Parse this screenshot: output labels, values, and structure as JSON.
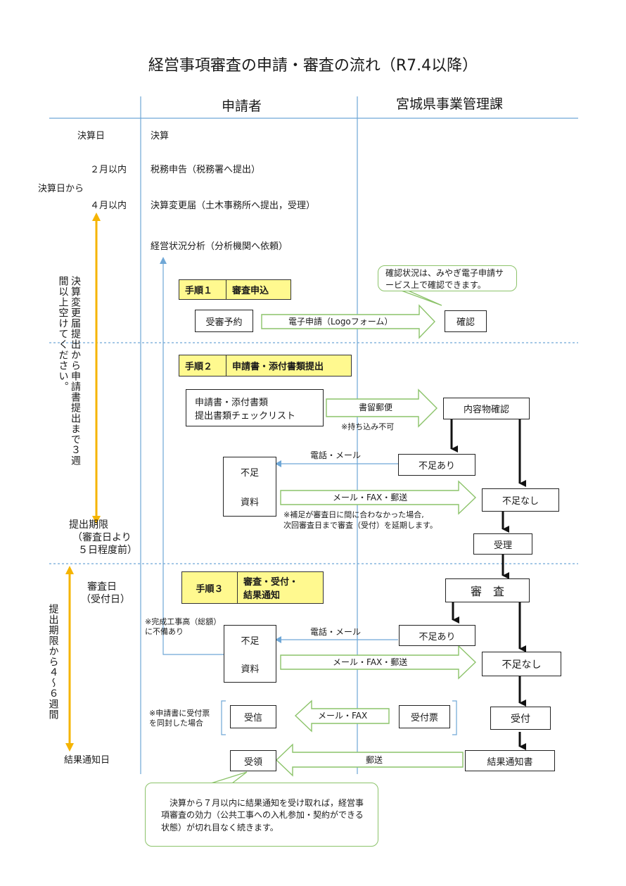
{
  "title": "経営事項審査の申請・審査の流れ（R7.4以降）",
  "columns": {
    "applicant": "申請者",
    "department": "宮城県事業管理課"
  },
  "timeline": {
    "settlement_day": "決算日",
    "from_settlement": "決算日から",
    "within_2_months": "２月以内",
    "within_4_months": "４月以内",
    "gap_note": "決算変更届提出から申請書提出まで３週間以上空けてください。",
    "deadline": "提出期限",
    "deadline_sub1": "（審査日より",
    "deadline_sub2": "５日程度前）",
    "review_day": "審査日",
    "review_day_sub": "（受付日）",
    "deadline_to_notice": "提出期限から４～６週間",
    "notice_day": "結果通知日"
  },
  "applicant_steps": {
    "settlement": "決算",
    "tax": "税務申告（税務署へ提出）",
    "change_report": "決算変更届（土木事務所へ提出，受理）",
    "analysis": "経営状況分析（分析機関へ依頼）"
  },
  "step1": {
    "num": "手順１",
    "name": "審査申込",
    "reservation": "受審予約",
    "e_application": "電子申請（Logoフォーム）",
    "confirm": "確認",
    "callout": "確認状況は、みやぎ電子申請サービス上で確認できます。"
  },
  "step2": {
    "num": "手順２",
    "name": "申請書・添付書類提出",
    "docs_line1": "申請書・添付書類",
    "docs_line2": "提出書類チェックリスト",
    "registered_mail": "書留郵便",
    "no_carry_in": "※持ち込み不可",
    "content_check": "内容物確認",
    "missing": "不足あり",
    "contact": "電話・メール",
    "shortage_top": "不足",
    "shortage_bottom": "資料",
    "send": "メール・FAX・郵送",
    "no_missing": "不足なし",
    "late_note1": "※補足が審査日に間に合わなかった場合,",
    "late_note2": "次回審査日まで審査（受付）を延期します。",
    "accepted": "受理"
  },
  "step3": {
    "num": "手順３",
    "name_line1": "審査・受付・",
    "name_line2": "結果通知",
    "review": "審　査",
    "missing": "不足あり",
    "contact": "電話・メール",
    "completed_note1": "※完成工事高（総額）",
    "completed_note2": "に不備あり",
    "shortage_top": "不足",
    "shortage_bottom": "資料",
    "send": "メール・FAX・郵送",
    "no_missing": "不足なし",
    "enclosed_note1": "※申請書に受付票",
    "enclosed_note2": "を同封した場合",
    "received": "受信",
    "mail_fax": "メール・FAX",
    "receipt_slip": "受付票",
    "reception": "受付",
    "receive": "受領",
    "post": "郵送",
    "result_notice": "結果通知書"
  },
  "bottom_callout": "決算から７月以内に結果通知を受け取れば，経営事項審査の効力（公共工事への入札参加・契約ができる状態）が切れ目なく続きます。",
  "colors": {
    "highlight": "#fff98f",
    "arrow_orange": "#f5b400",
    "line_blue": "#6fa7d6",
    "bubble_green": "#8cc36a"
  }
}
